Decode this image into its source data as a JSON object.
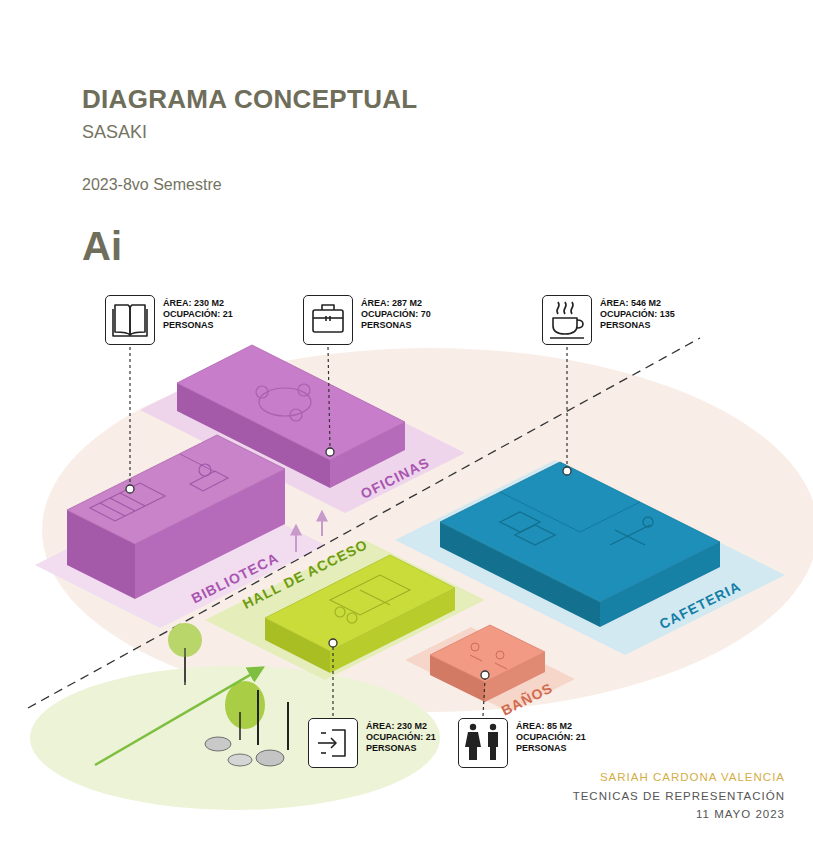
{
  "diagram": {
    "title": "DIAGRAMA CONCEPTUAL",
    "nodes": [
      {
        "text": [
          "ÁREA: 230 M2 OCUPACIÓN: 21 PERSONAS"
        ]
      },
      {
        "text": [
          "ÁREA: 287 M2 OCUPACIÓN: 70 PERSONAS"
        ]
      },
      {
        "text": [
          "ÁREA: 546 M2 OCUPACIÓN: 135 PERSONAS"
        ]
      },
      {
        "text": [
          "OFICINAS"
        ]
      },
      {
        "text": [
          "BIBLIOTECA"
        ]
      },
      {
        "text": [
          "HALL DE ACCESO"
        ]
      },
      {
        "text": [
          "CAFETERIA"
        ]
      },
      {
        "text": [
          "BAÑOS"
        ]
      },
      {
        "text": [
          "ÁREA: 230 M2 OCUPACIÓN: 21 PERSONAS"
        ]
      },
      {
        "text": [
          "ÁREA: 85 M2 OCUPACIÓN: 21 PERSONAS"
        ]
      }
    ],
    "labels": [
      "SASAKI",
      "2023-8vo Semestre",
      "Ai",
      "SARIAH CARDONA VALENCIA",
      "TECNICAS DE REPRESENTACIÓN",
      "11 MAYO 2023"
    ]
  }
}
